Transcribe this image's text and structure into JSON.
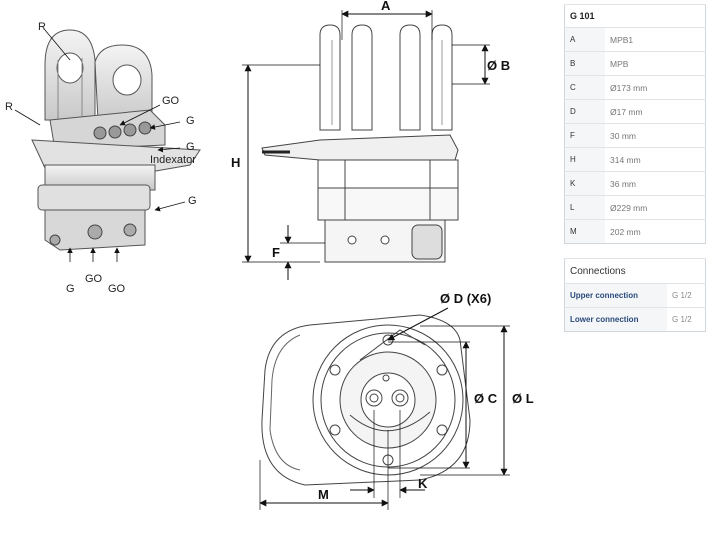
{
  "isometric_labels": {
    "r_top": "R",
    "r_side": "R",
    "go_top": "GO",
    "g_right": "G",
    "g_side": "G",
    "g_bottom": "G",
    "go_bottom_1": "GO",
    "go_bottom_2": "GO"
  },
  "side_view_labels": {
    "a": "A",
    "b": "Ø B",
    "h": "H",
    "f": "F"
  },
  "top_view_labels": {
    "d": "Ø D (X6)",
    "c": "Ø C",
    "l": "Ø L",
    "m": "M",
    "k": "K"
  },
  "spec_table": {
    "title": "G 101",
    "rows": [
      {
        "key": "A",
        "value": "MPB1"
      },
      {
        "key": "B",
        "value": "MPB"
      },
      {
        "key": "C",
        "value": "Ø173 mm"
      },
      {
        "key": "D",
        "value": "Ø17 mm"
      },
      {
        "key": "F",
        "value": "30 mm"
      },
      {
        "key": "H",
        "value": "314 mm"
      },
      {
        "key": "K",
        "value": "36 mm"
      },
      {
        "key": "L",
        "value": "Ø229 mm"
      },
      {
        "key": "M",
        "value": "202 mm"
      }
    ]
  },
  "connections_table": {
    "title": "Connections",
    "rows": [
      {
        "key": "Upper connection",
        "value": "G 1/2"
      },
      {
        "key": "Lower connection",
        "value": "G 1/2"
      }
    ]
  },
  "brand_text": "Indexator"
}
